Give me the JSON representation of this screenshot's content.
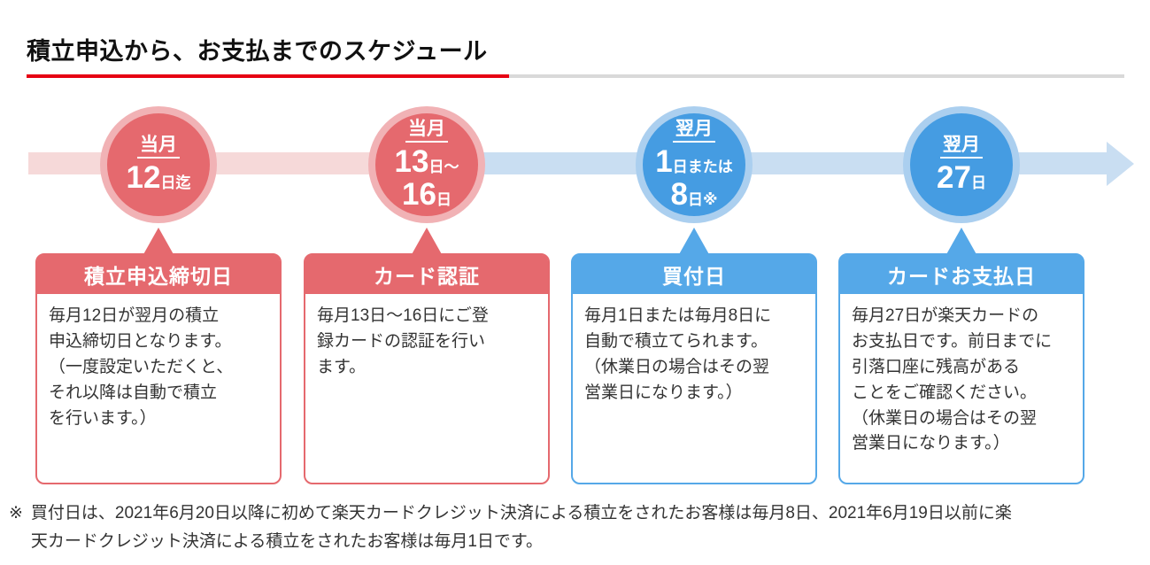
{
  "title": "積立申込から、お支払までのスケジュール",
  "colors": {
    "rule_red": "#e60012",
    "rule_gray": "#d9d9d9",
    "band_pink": "#f6d9d9",
    "band_blue": "#c9def2",
    "circle_red": "#e5696e",
    "circle_blue": "#459ce2",
    "ring_red": "#f1b2b5",
    "ring_blue": "#abcfef",
    "header_red": "#e5696e",
    "header_blue": "#55a8e8",
    "text": "#333333"
  },
  "timeline": {
    "circles": [
      {
        "month": "当月",
        "rows": [
          {
            "num": "12",
            "suffix": "日迄"
          }
        ]
      },
      {
        "month": "当月",
        "rows": [
          {
            "num": "13",
            "suffix": "日〜"
          },
          {
            "num": "16",
            "suffix": "日"
          }
        ]
      },
      {
        "month": "翌月",
        "rows": [
          {
            "num": "1",
            "suffix": "日または"
          },
          {
            "num": "8",
            "suffix": "日※"
          }
        ]
      },
      {
        "month": "翌月",
        "rows": [
          {
            "num": "27",
            "suffix": "日"
          }
        ]
      }
    ]
  },
  "boxes": [
    {
      "header": "積立申込締切日",
      "body": "毎月12日が翌月の積立\n申込締切日となります。\n（一度設定いただくと、\nそれ以降は自動で積立\nを行います。）"
    },
    {
      "header": "カード認証",
      "body": "毎月13日〜16日にご登\n録カードの認証を行い\nます。"
    },
    {
      "header": "買付日",
      "body": "毎月1日または毎月8日に\n自動で積立てられます。\n（休業日の場合はその翌\n営業日になります。）"
    },
    {
      "header": "カードお支払日",
      "body": "毎月27日が楽天カードの\nお支払日です。前日までに\n引落口座に残高がある\nことをご確認ください。\n（休業日の場合はその翌\n営業日になります。）"
    }
  ],
  "footnote": {
    "marker": "※",
    "text": "買付日は、2021年6月20日以降に初めて楽天カードクレジット決済による積立をされたお客様は毎月8日、2021年6月19日以前に楽\n天カードクレジット決済による積立をされたお客様は毎月1日です。"
  }
}
